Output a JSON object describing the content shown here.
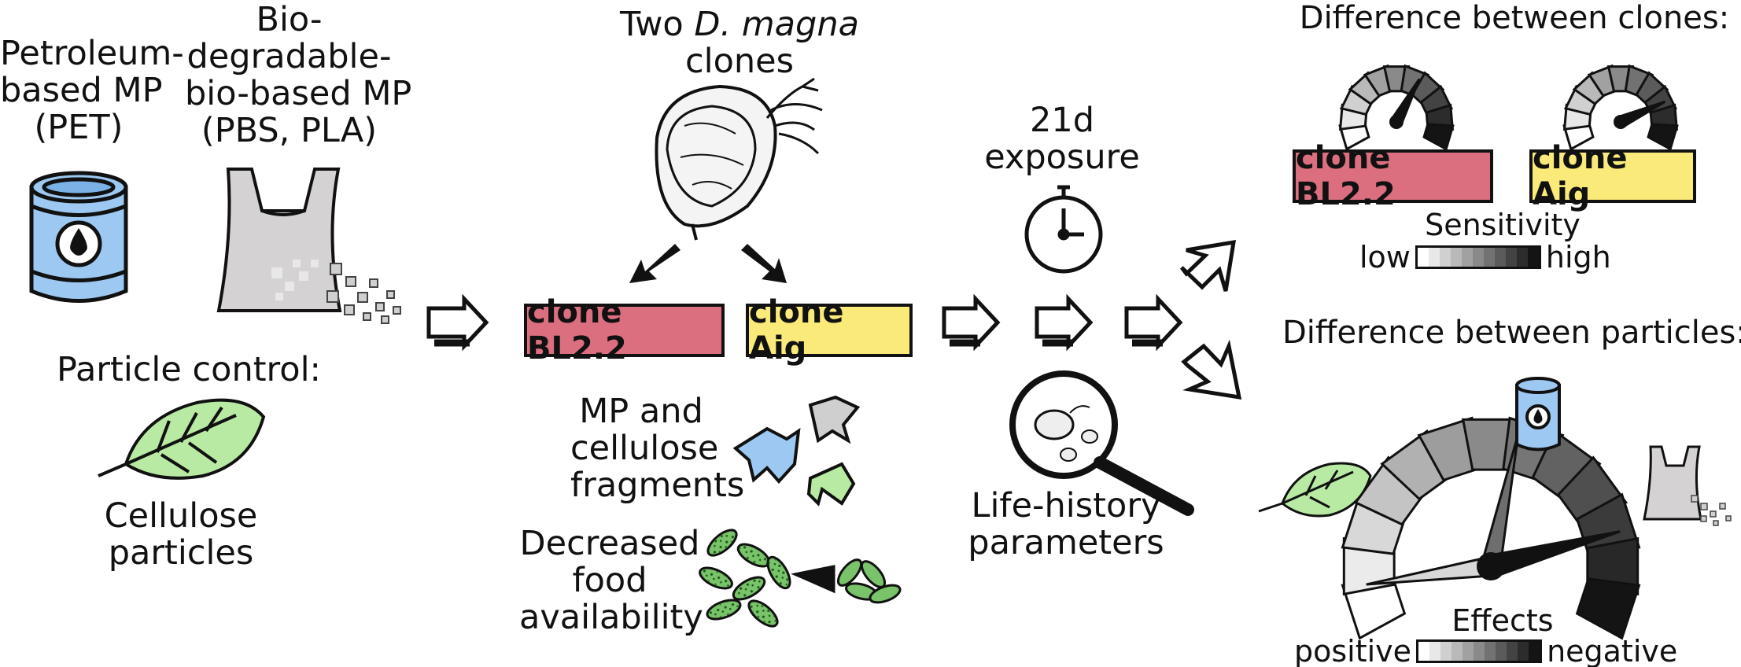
{
  "left": {
    "petroleum_label": [
      "Petroleum-",
      "based MP",
      "(PET)"
    ],
    "biobased_label": [
      "Bio-",
      "degradable-",
      "bio-based MP",
      "(PBS, PLA)"
    ],
    "particle_control": "Particle control:",
    "cellulose_label": [
      "Cellulose",
      "particles"
    ]
  },
  "middle": {
    "title_prefix": "Two",
    "title_species": "D. magna",
    "title_suffix": "clones",
    "clone_a": "clone BL2.2",
    "clone_b": "clone Aig",
    "fragments_label": [
      "MP and",
      "cellulose",
      "fragments"
    ],
    "food_label": [
      "Decreased",
      "food",
      "availability"
    ]
  },
  "exposure": {
    "label": [
      "21d",
      "exposure"
    ],
    "life_history": [
      "Life-history",
      "parameters"
    ]
  },
  "right": {
    "clones_title": "Difference between clones:",
    "clone_a": "clone BL2.2",
    "clone_b": "clone Aig",
    "sensitivity_title": "Sensitivity",
    "sens_low": "low",
    "sens_high": "high",
    "particles_title": "Difference between particles:",
    "effects_title": "Effects",
    "eff_pos": "positive",
    "eff_neg": "negative"
  },
  "colors": {
    "clone_bl22": "#db6f80",
    "clone_aig": "#f9ea79",
    "petroleum_can": "#9cc8f2",
    "leaf": "#b8eaa4",
    "bag": "#d4d2d2",
    "algae": "#79c36a"
  },
  "gauges": {
    "clone_bl22_sensitivity": 0.62,
    "clone_aig_sensitivity": 0.78,
    "cellulose_effect": 0.08,
    "petroleum_effect": 0.55,
    "biobased_effect": 0.82
  },
  "icons": [
    "oil-can-icon",
    "plastic-bag-icon",
    "leaf-icon",
    "daphnia-icon",
    "stopwatch-icon",
    "magnifier-icon",
    "arrow-icon",
    "gauge-icon",
    "algae-icon",
    "fragment-icon"
  ]
}
